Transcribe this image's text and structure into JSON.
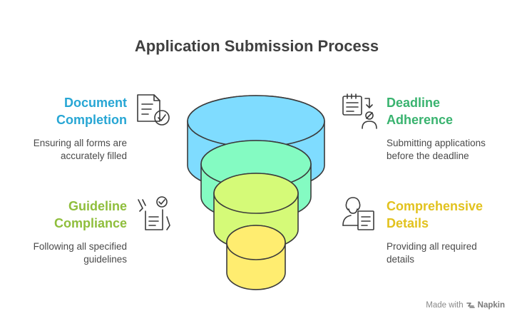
{
  "title": "Application Submission Process",
  "colors": {
    "blue": "#27a6d4",
    "green": "#39b36f",
    "lime": "#8fbe3c",
    "gold": "#e2c21e",
    "tier_blue": "#7fdcff",
    "tier_green": "#84fbc2",
    "tier_lime": "#d5fa78",
    "tier_yellow": "#ffed70"
  },
  "steps": {
    "document": {
      "heading_line1": "Document",
      "heading_line2": "Completion",
      "desc_line1": "Ensuring all forms are",
      "desc_line2": "accurately filled",
      "icon": "document-check-icon"
    },
    "deadline": {
      "heading_line1": "Deadline",
      "heading_line2": "Adherence",
      "desc_line1": "Submitting applications",
      "desc_line2": "before the deadline",
      "icon": "calendar-person-icon"
    },
    "guideline": {
      "heading_line1": "Guideline",
      "heading_line2": "Compliance",
      "desc_line1": "Following all specified",
      "desc_line2": "guidelines",
      "icon": "checklist-hand-icon"
    },
    "details": {
      "heading_line1": "Comprehensive",
      "heading_line2": "Details",
      "desc_line1": "Providing all required",
      "desc_line2": "details",
      "icon": "person-document-icon"
    }
  },
  "footer": {
    "made_with": "Made with",
    "brand": "Napkin"
  }
}
